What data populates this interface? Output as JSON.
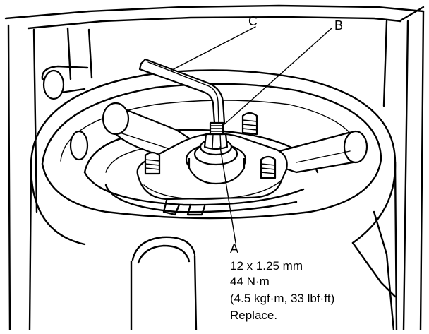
{
  "callouts": {
    "a": "A",
    "b": "B",
    "c": "C"
  },
  "spec": {
    "size": "12 x 1.25 mm",
    "torque_nm": "44 N·m",
    "torque_alt": "(4.5 kgf·m, 33 lbf·ft)",
    "note": "Replace."
  }
}
